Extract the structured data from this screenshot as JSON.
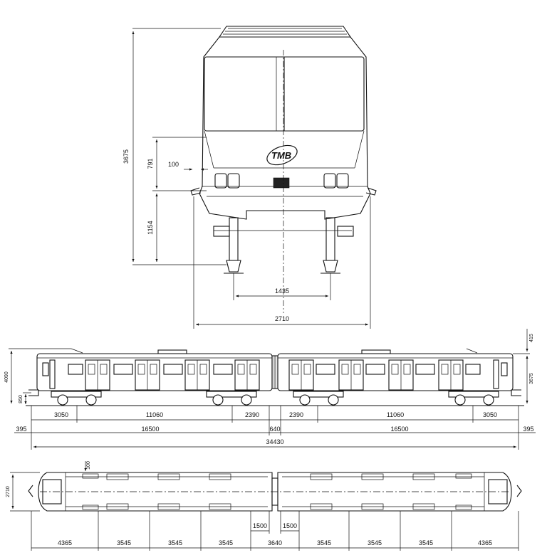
{
  "logo": {
    "text": "TMB"
  },
  "front": {
    "height_total": "3675",
    "h_791": "791",
    "h_1154": "1154",
    "w_100": "100",
    "gauge": "1435",
    "width": "2710"
  },
  "side": {
    "h_415": "415",
    "h_4090": "4090",
    "h_3675": "3675",
    "h_850": "850",
    "row1": [
      "3050",
      "11060",
      "2390",
      "2390",
      "11060",
      "3050"
    ],
    "row2": [
      "395",
      "16500",
      "640",
      "16500",
      "395"
    ],
    "total": "34430"
  },
  "plan": {
    "w_100": "100",
    "width": "2710",
    "segments": [
      "4365",
      "3545",
      "3545",
      "3545",
      "1500",
      "3640",
      "1500",
      "3545",
      "3545",
      "3545",
      "4365"
    ]
  },
  "colors": {
    "line": "#111111",
    "background": "#ffffff"
  }
}
